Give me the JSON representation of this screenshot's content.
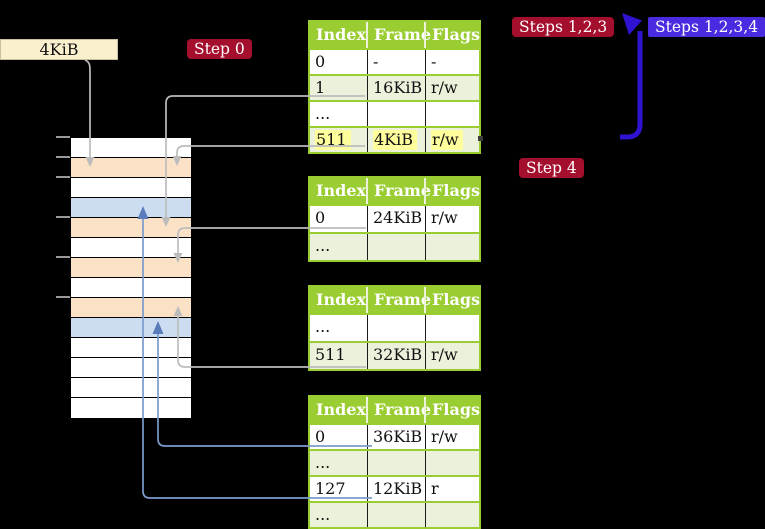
{
  "colors": {
    "background": "#000000",
    "crimson_badge": "#a50f2e",
    "blue_badge": "#4a2be0",
    "thick_arrow_blue": "#2e13d0",
    "table_header_green": "#9acd32",
    "table_row_green": "#ecf1db",
    "highlight_yellow": "#fffe9d",
    "memory_peach": "#fbe2c6",
    "memory_blue": "#ccddf2",
    "gray_connector": "#bcbcbc",
    "blue_connector": "#7b9ccd",
    "blue_connector_head": "#5a7cba",
    "frame_box_bg": "#faf0ce"
  },
  "labels": {
    "frame_size_box": "4KiB",
    "step0_badge": "Step 0",
    "steps123_badge": "Steps 1,2,3",
    "steps1234_badge": "Steps 1,2,3,4",
    "step4_badge": "Step 4"
  },
  "memory_column": {
    "rows": [
      {
        "fill": "white"
      },
      {
        "fill": "peach"
      },
      {
        "fill": "white"
      },
      {
        "fill": "blue"
      },
      {
        "fill": "peach"
      },
      {
        "fill": "white"
      },
      {
        "fill": "peach"
      },
      {
        "fill": "white"
      },
      {
        "fill": "peach"
      },
      {
        "fill": "blue"
      },
      {
        "fill": "white"
      },
      {
        "fill": "white"
      },
      {
        "fill": "white"
      },
      {
        "fill": "white"
      }
    ],
    "tick_boundaries": [
      0,
      1,
      2,
      4,
      6,
      8
    ]
  },
  "page_tables": [
    {
      "id": "page-table-1",
      "headers": [
        "Index",
        "Frame",
        "Flags"
      ],
      "rows": [
        {
          "cells": [
            "0",
            "-",
            "-"
          ],
          "shaded": false,
          "highlighted": false
        },
        {
          "cells": [
            "1",
            "16KiB",
            "r/w"
          ],
          "shaded": true,
          "highlighted": false
        },
        {
          "cells": [
            "...",
            "",
            ""
          ],
          "shaded": false,
          "highlighted": false
        },
        {
          "cells": [
            "511",
            "4KiB",
            "r/w"
          ],
          "shaded": true,
          "highlighted": true
        }
      ]
    },
    {
      "id": "page-table-2",
      "headers": [
        "Index",
        "Frame",
        "Flags"
      ],
      "rows": [
        {
          "cells": [
            "0",
            "24KiB",
            "r/w"
          ],
          "shaded": false,
          "highlighted": false
        },
        {
          "cells": [
            "...",
            "",
            ""
          ],
          "shaded": true,
          "highlighted": false
        }
      ]
    },
    {
      "id": "page-table-3",
      "headers": [
        "Index",
        "Frame",
        "Flags"
      ],
      "rows": [
        {
          "cells": [
            "...",
            "",
            ""
          ],
          "shaded": false,
          "highlighted": false
        },
        {
          "cells": [
            "511",
            "32KiB",
            "r/w"
          ],
          "shaded": true,
          "highlighted": false
        }
      ]
    },
    {
      "id": "page-table-4",
      "headers": [
        "Index",
        "Frame",
        "Flags"
      ],
      "rows": [
        {
          "cells": [
            "0",
            "36KiB",
            "r/w"
          ],
          "shaded": false,
          "highlighted": false
        },
        {
          "cells": [
            "...",
            "",
            ""
          ],
          "shaded": true,
          "highlighted": false
        },
        {
          "cells": [
            "127",
            "12KiB",
            "r"
          ],
          "shaded": false,
          "highlighted": false
        },
        {
          "cells": [
            "...",
            "",
            ""
          ],
          "shaded": true,
          "highlighted": false
        }
      ]
    }
  ]
}
